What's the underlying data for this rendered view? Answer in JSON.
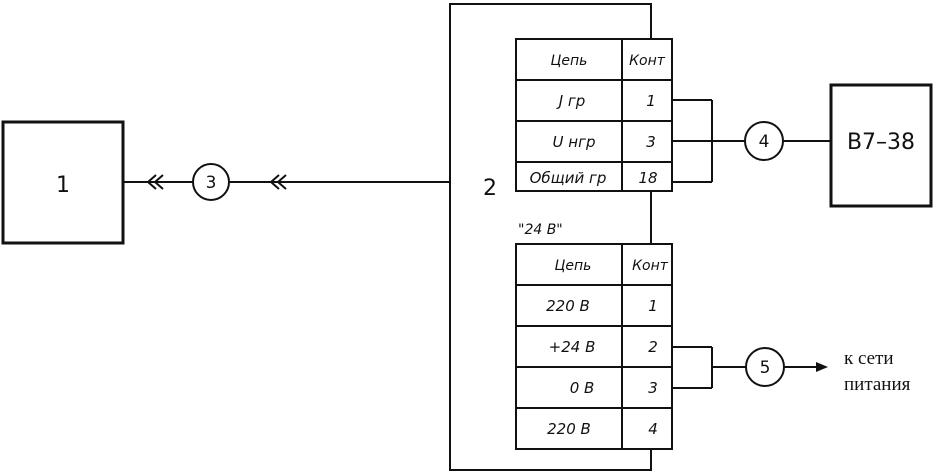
{
  "block1": {
    "label": "1"
  },
  "block2": {
    "label": "2"
  },
  "meter": {
    "label": "В7–38"
  },
  "connectors": {
    "c3": "3",
    "c4": "4",
    "c5": "5"
  },
  "table_top": {
    "header": {
      "circuit": "Цепь",
      "contact": "Конт"
    },
    "rows": [
      {
        "circuit": "J гр",
        "contact": "1"
      },
      {
        "circuit": "U нгр",
        "contact": "3"
      },
      {
        "circuit": "Общий гр",
        "contact": "18"
      }
    ]
  },
  "table_bottom": {
    "caption": "\"24 В\"",
    "header": {
      "circuit": "Цепь",
      "contact": "Конт"
    },
    "rows": [
      {
        "circuit": "220 В",
        "contact": "1"
      },
      {
        "circuit": "+24 В",
        "contact": "2"
      },
      {
        "circuit": "0 В",
        "contact": "3"
      },
      {
        "circuit": "220 В",
        "contact": "4"
      }
    ]
  },
  "power": {
    "line1": "к сети",
    "line2": "питания"
  }
}
